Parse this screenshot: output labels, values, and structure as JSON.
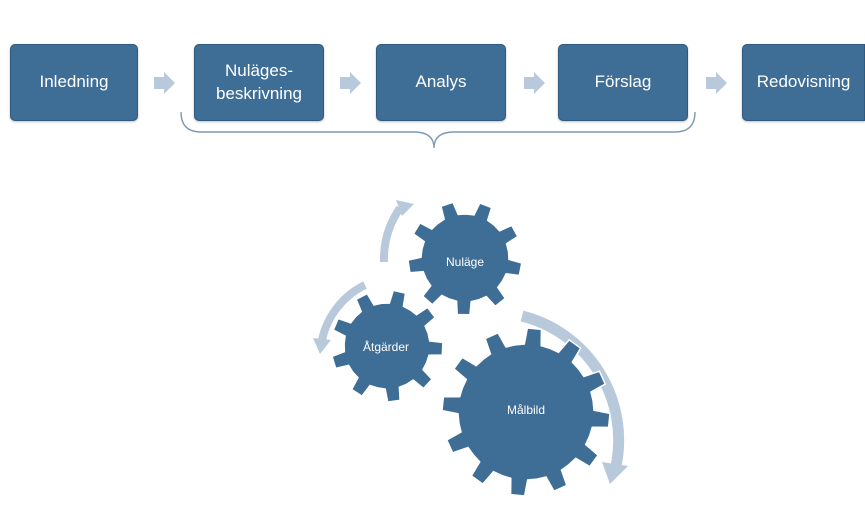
{
  "process": {
    "steps": [
      {
        "label": "Inledning"
      },
      {
        "label": "Nuläges-\nbeskrivning"
      },
      {
        "label": "Analys"
      },
      {
        "label": "Förslag"
      },
      {
        "label": "Redovisning"
      }
    ]
  },
  "gears": {
    "top": "Nuläge",
    "left": "Åtgärder",
    "bottom": "Målbild"
  },
  "colors": {
    "box_fill": "#3e6d96",
    "gear_fill": "#3e6d96",
    "arrow_fill": "#b9c9dc",
    "bracket": "#7f9ab5"
  }
}
